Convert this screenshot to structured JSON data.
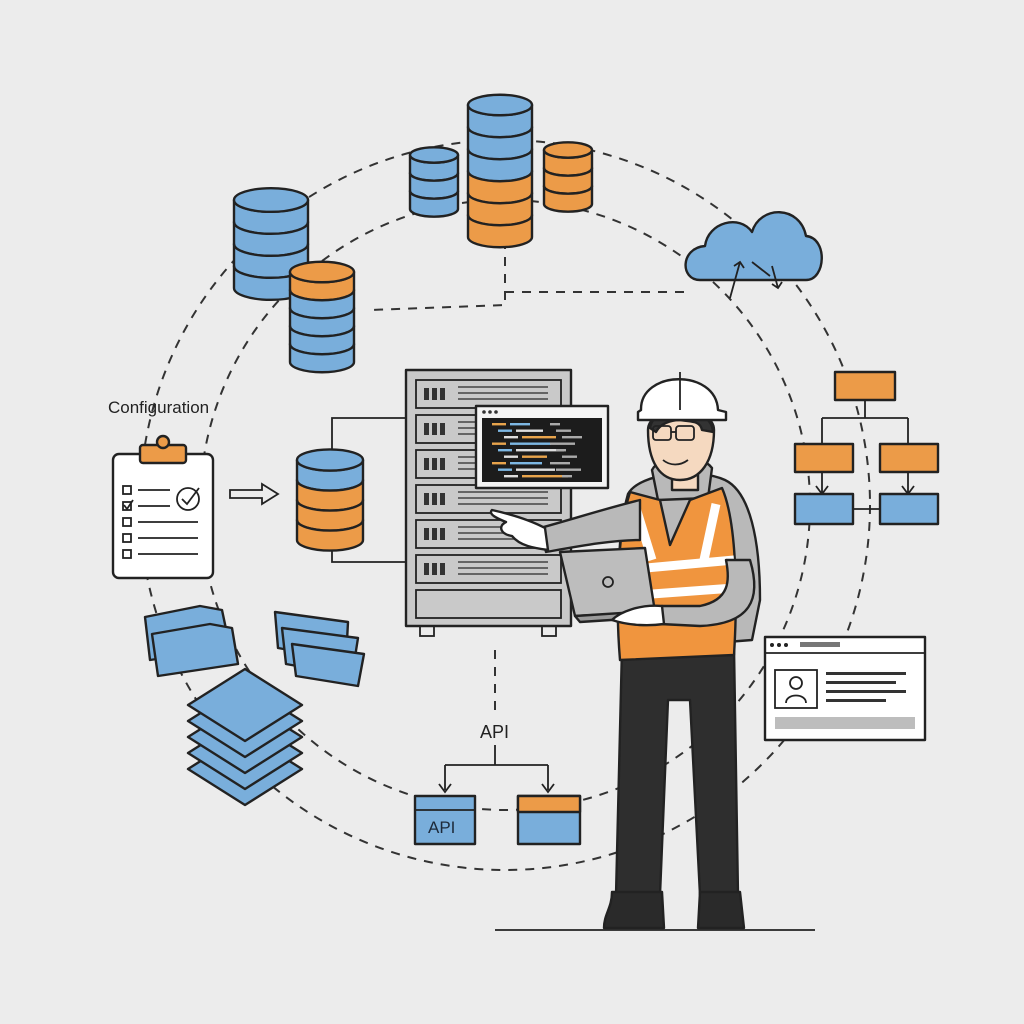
{
  "labels": {
    "configuration": "Configuration",
    "api": "API",
    "api_box": "API"
  },
  "icons": [
    "database-cluster-icon",
    "database-stack-icon",
    "cloud-sync-icon",
    "org-chart-icon",
    "profile-window-icon",
    "api-tree-icon",
    "layer-stack-icon",
    "folder-cards-icon",
    "checklist-clipboard-icon",
    "arrow-right-icon",
    "database-icon",
    "server-rack-icon",
    "code-terminal-icon",
    "engineer-figure"
  ],
  "colors": {
    "background": "#ececec",
    "line": "#222222",
    "blue": "#79aedb",
    "orange": "#ec9b48",
    "rack": "#c9c9c9",
    "terminal": "#1c1c1c",
    "vest": "#f0953e",
    "hoodie": "#b9b9b9",
    "pants": "#2e2e2e"
  }
}
